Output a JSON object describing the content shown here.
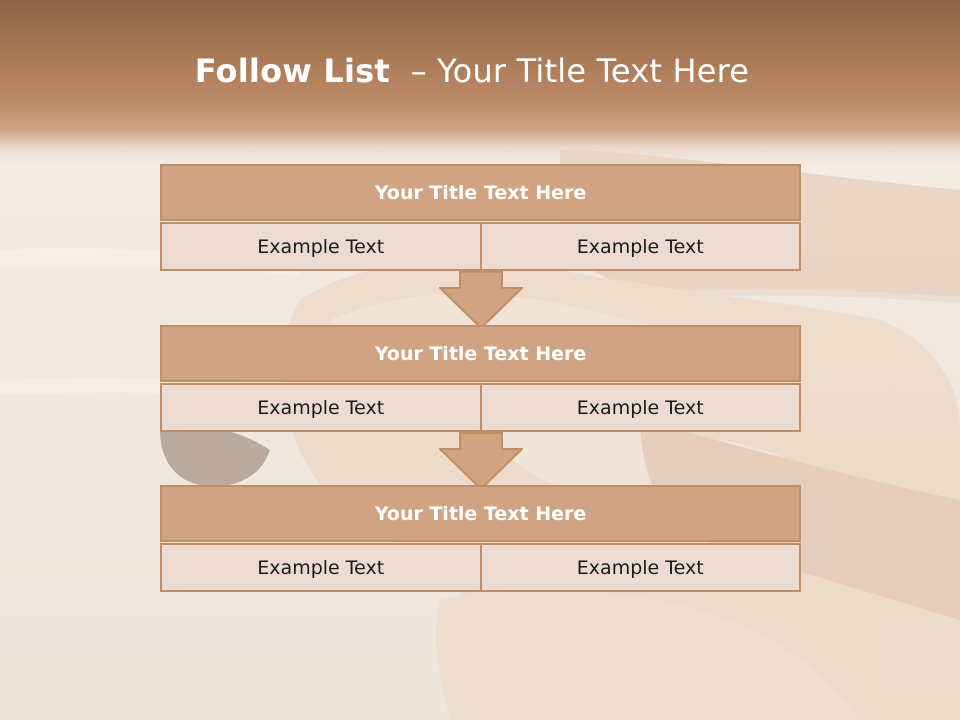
{
  "slide": {
    "title_bold": "Follow List",
    "title_rest": "  – Your Title Text Here"
  },
  "blocks": [
    {
      "title": "Your Title Text Here",
      "left_text": "Example Text",
      "right_text": "Example Text"
    },
    {
      "title": "Your Title Text Here",
      "left_text": "Example Text",
      "right_text": "Example Text"
    },
    {
      "title": "Your Title Text Here",
      "left_text": "Example Text",
      "right_text": "Example Text"
    }
  ],
  "colors": {
    "header_band": "#a57654",
    "title_box": "#d0a482",
    "cell_box": "#ecdbd2",
    "border": "#bf8e66"
  },
  "icons": [
    "down-arrow-icon",
    "down-arrow-icon"
  ]
}
